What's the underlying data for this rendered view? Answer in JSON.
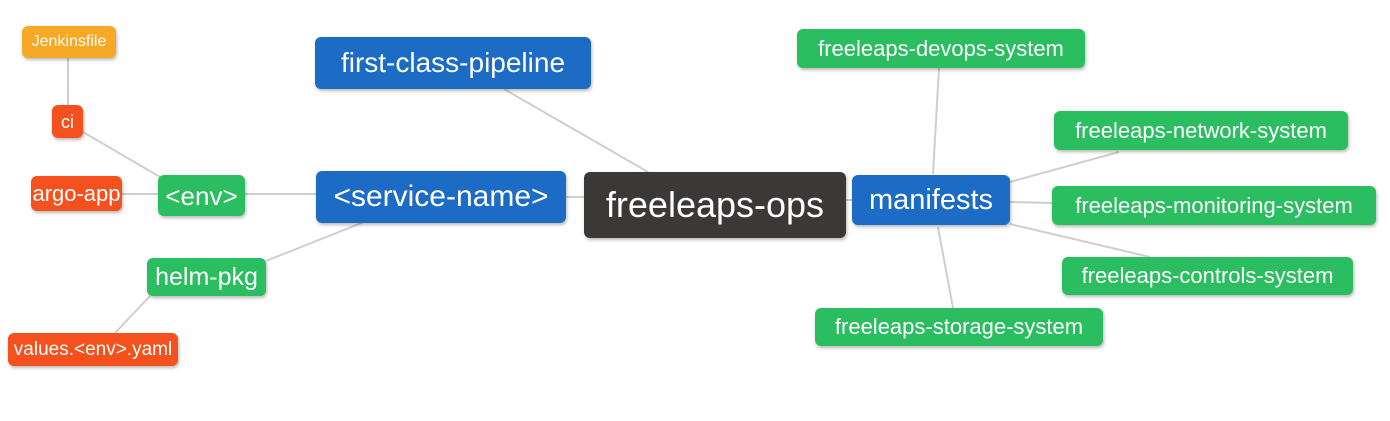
{
  "diagram": {
    "background": "#ffffff",
    "connector_color": "#cfcfcf",
    "text_color": "#ffffff",
    "palette": {
      "root": "#3b3838",
      "branch": "#1c6bc4",
      "system": "#2bbe60",
      "artifact": "#f4511e",
      "jenkins": "#f9a825"
    },
    "nodes": [
      {
        "id": "jenkinsfile",
        "label": "Jenkinsfile",
        "color": "#f9a825"
      },
      {
        "id": "ci",
        "label": "ci",
        "color": "#f4511e"
      },
      {
        "id": "argo-app",
        "label": "argo-app",
        "color": "#f4511e"
      },
      {
        "id": "env",
        "label": "<env>",
        "color": "#2bbe60"
      },
      {
        "id": "helm-pkg",
        "label": "helm-pkg",
        "color": "#2bbe60"
      },
      {
        "id": "values-env-yaml",
        "label": "values.<env>.yaml",
        "color": "#f4511e"
      },
      {
        "id": "first-class-pipeline",
        "label": "first-class-pipeline",
        "color": "#1c6bc4"
      },
      {
        "id": "service-name",
        "label": "<service-name>",
        "color": "#1c6bc4"
      },
      {
        "id": "freeleaps-ops",
        "label": "freeleaps-ops",
        "color": "#3b3838"
      },
      {
        "id": "manifests",
        "label": "manifests",
        "color": "#1c6bc4"
      },
      {
        "id": "freeleaps-devops-system",
        "label": "freeleaps-devops-system",
        "color": "#2bbe60"
      },
      {
        "id": "freeleaps-network-system",
        "label": "freeleaps-network-system",
        "color": "#2bbe60"
      },
      {
        "id": "freeleaps-monitoring-system",
        "label": "freeleaps-monitoring-system",
        "color": "#2bbe60"
      },
      {
        "id": "freeleaps-controls-system",
        "label": "freeleaps-controls-system",
        "color": "#2bbe60"
      },
      {
        "id": "freeleaps-storage-system",
        "label": "freeleaps-storage-system",
        "color": "#2bbe60"
      }
    ],
    "edges": [
      {
        "from": "jenkinsfile",
        "to": "ci"
      },
      {
        "from": "ci",
        "to": "env"
      },
      {
        "from": "argo-app",
        "to": "env"
      },
      {
        "from": "env",
        "to": "service-name"
      },
      {
        "from": "helm-pkg",
        "to": "service-name"
      },
      {
        "from": "values-env-yaml",
        "to": "helm-pkg"
      },
      {
        "from": "first-class-pipeline",
        "to": "freeleaps-ops"
      },
      {
        "from": "service-name",
        "to": "freeleaps-ops"
      },
      {
        "from": "freeleaps-ops",
        "to": "manifests"
      },
      {
        "from": "manifests",
        "to": "freeleaps-devops-system"
      },
      {
        "from": "manifests",
        "to": "freeleaps-network-system"
      },
      {
        "from": "manifests",
        "to": "freeleaps-monitoring-system"
      },
      {
        "from": "manifests",
        "to": "freeleaps-controls-system"
      },
      {
        "from": "manifests",
        "to": "freeleaps-storage-system"
      }
    ]
  }
}
